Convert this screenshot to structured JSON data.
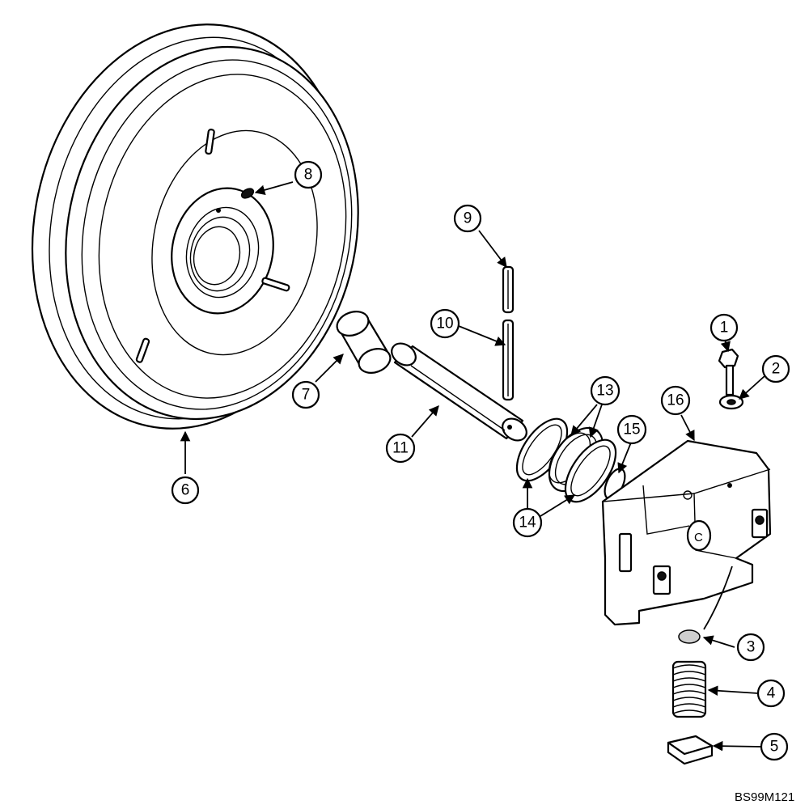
{
  "diagram": {
    "reference_code": "BS99M121",
    "callouts": [
      {
        "id": "c1",
        "label": "1"
      },
      {
        "id": "c2",
        "label": "2"
      },
      {
        "id": "c3",
        "label": "3"
      },
      {
        "id": "c4",
        "label": "4"
      },
      {
        "id": "c5",
        "label": "5"
      },
      {
        "id": "c6",
        "label": "6"
      },
      {
        "id": "c7",
        "label": "7"
      },
      {
        "id": "c8",
        "label": "8"
      },
      {
        "id": "c9",
        "label": "9"
      },
      {
        "id": "c10",
        "label": "10"
      },
      {
        "id": "c11",
        "label": "11"
      },
      {
        "id": "c13",
        "label": "13"
      },
      {
        "id": "c14",
        "label": "14"
      },
      {
        "id": "c15",
        "label": "15"
      },
      {
        "id": "c16",
        "label": "16"
      }
    ]
  }
}
